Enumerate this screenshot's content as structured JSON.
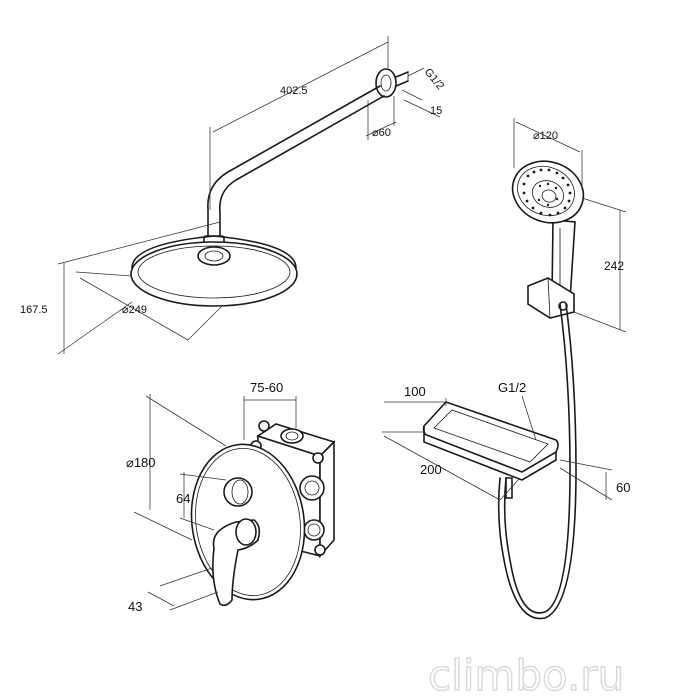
{
  "shower_head": {
    "arm_length": "402.5",
    "thread": "G1/2",
    "thread_depth": "15",
    "flange_diameter": "⌀60",
    "height": "167.5",
    "head_diameter": "⌀249"
  },
  "hand_shower": {
    "head_diameter": "⌀120",
    "length": "242"
  },
  "mixer": {
    "box_depth": "75-60",
    "plate_diameter": "⌀180",
    "knob_offset": "64",
    "handle_projection": "43"
  },
  "shelf": {
    "depth": "100",
    "thread": "G1/2",
    "length": "200",
    "height": "60"
  },
  "watermark": "climbo.ru"
}
